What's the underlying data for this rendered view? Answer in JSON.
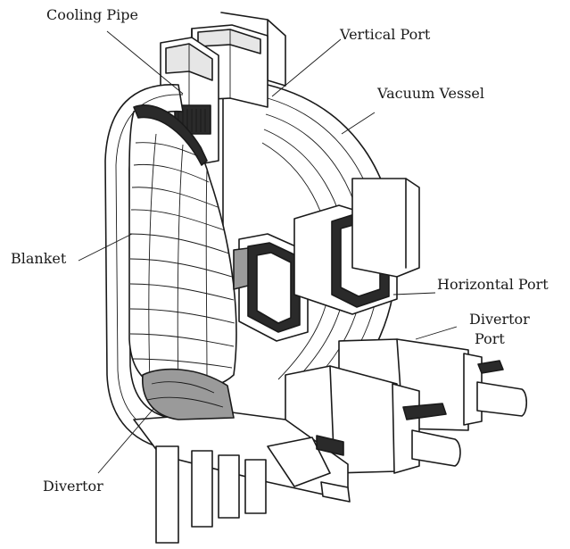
{
  "labels": {
    "cooling_pipe": "Cooling Pipe",
    "vertical_port": "Vertical Port",
    "vacuum_vessel": "Vacuum Vessel",
    "blanket": "Blanket",
    "horizontal_port": "Horizontal Port",
    "divertor_port_line1": "Divertor",
    "divertor_port_line2": "Port",
    "divertor": "Divertor"
  },
  "colors": {
    "ink": "#1a1a1a",
    "background": "#ffffff"
  }
}
